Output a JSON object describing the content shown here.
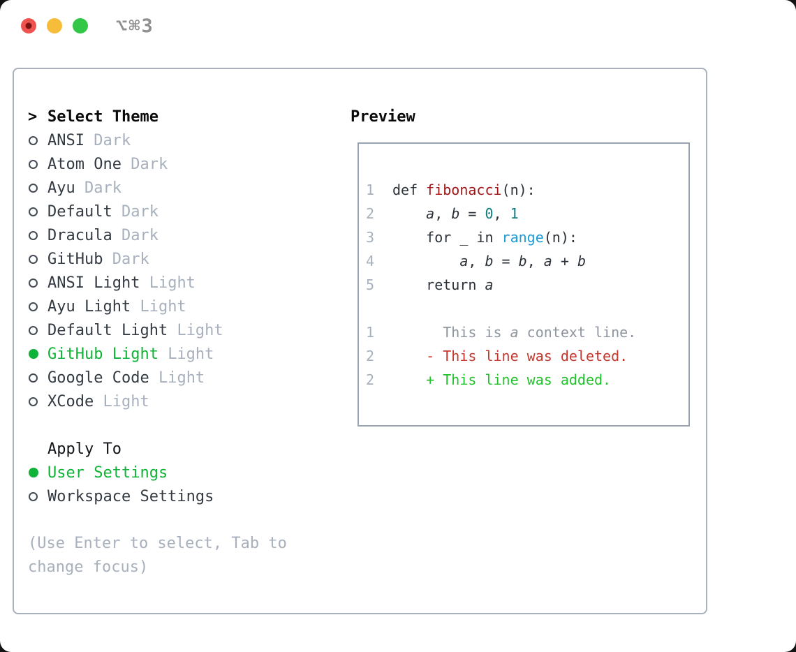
{
  "window": {
    "title": "⌥⌘3",
    "traffic_lights": {
      "close_color": "#ef5350",
      "close_dot_color": "#7c1412",
      "minimize_color": "#f6bd3a",
      "zoom_color": "#33c748"
    }
  },
  "theme_picker": {
    "prompt": ">",
    "header": "Select Theme",
    "items": [
      {
        "name": "ANSI",
        "variant": "Dark",
        "selected": false
      },
      {
        "name": "Atom One",
        "variant": "Dark",
        "selected": false
      },
      {
        "name": "Ayu",
        "variant": "Dark",
        "selected": false
      },
      {
        "name": "Default",
        "variant": "Dark",
        "selected": false
      },
      {
        "name": "Dracula",
        "variant": "Dark",
        "selected": false
      },
      {
        "name": "GitHub",
        "variant": "Dark",
        "selected": false
      },
      {
        "name": "ANSI Light",
        "variant": "Light",
        "selected": false
      },
      {
        "name": "Ayu Light",
        "variant": "Light",
        "selected": false
      },
      {
        "name": "Default Light",
        "variant": "Light",
        "selected": false
      },
      {
        "name": "GitHub Light",
        "variant": "Light",
        "selected": true
      },
      {
        "name": "Google Code",
        "variant": "Light",
        "selected": false
      },
      {
        "name": "XCode",
        "variant": "Light",
        "selected": false
      }
    ]
  },
  "apply_to": {
    "header": "Apply To",
    "options": [
      {
        "label": "User Settings",
        "selected": true
      },
      {
        "label": "Workspace Settings",
        "selected": false
      }
    ]
  },
  "hint": {
    "line1": "(Use Enter to select, Tab to",
    "line2": "change focus)"
  },
  "preview": {
    "header": "Preview",
    "colors": {
      "default": "#2b3138",
      "function": "#a31515",
      "number": "#0d7d7d",
      "builtin": "#1a9bd7",
      "context": "#8e959e",
      "deleted": "#c6362c",
      "added": "#1fc32a",
      "line_number": "#a6b0bd"
    },
    "code_lines": [
      {
        "number": "1",
        "segments": [
          {
            "t": "def ",
            "c": "default"
          },
          {
            "t": "fibonacci",
            "c": "function"
          },
          {
            "t": "(n):",
            "c": "default"
          }
        ]
      },
      {
        "number": "2",
        "segments": [
          {
            "t": "    ",
            "c": "default"
          },
          {
            "t": "a",
            "c": "default",
            "i": true
          },
          {
            "t": ", ",
            "c": "default"
          },
          {
            "t": "b",
            "c": "default",
            "i": true
          },
          {
            "t": " = ",
            "c": "default"
          },
          {
            "t": "0",
            "c": "number"
          },
          {
            "t": ", ",
            "c": "default"
          },
          {
            "t": "1",
            "c": "number"
          }
        ]
      },
      {
        "number": "3",
        "segments": [
          {
            "t": "    for _ in ",
            "c": "default"
          },
          {
            "t": "range",
            "c": "builtin"
          },
          {
            "t": "(n):",
            "c": "default"
          }
        ]
      },
      {
        "number": "4",
        "segments": [
          {
            "t": "        ",
            "c": "default"
          },
          {
            "t": "a",
            "c": "default",
            "i": true
          },
          {
            "t": ", ",
            "c": "default"
          },
          {
            "t": "b",
            "c": "default",
            "i": true
          },
          {
            "t": " = ",
            "c": "default"
          },
          {
            "t": "b",
            "c": "default",
            "i": true
          },
          {
            "t": ", ",
            "c": "default"
          },
          {
            "t": "a",
            "c": "default",
            "i": true
          },
          {
            "t": " + ",
            "c": "default"
          },
          {
            "t": "b",
            "c": "default",
            "i": true
          }
        ]
      },
      {
        "number": "5",
        "segments": [
          {
            "t": "    return ",
            "c": "default"
          },
          {
            "t": "a",
            "c": "default",
            "i": true
          }
        ]
      },
      {
        "number": "",
        "segments": []
      },
      {
        "number": "1",
        "segments": [
          {
            "t": "      This is ",
            "c": "context"
          },
          {
            "t": "a",
            "c": "context",
            "i": true
          },
          {
            "t": " context line.",
            "c": "context"
          }
        ]
      },
      {
        "number": "2",
        "segments": [
          {
            "t": "    - This line was deleted.",
            "c": "deleted"
          }
        ]
      },
      {
        "number": "2",
        "segments": [
          {
            "t": "    + This line was added.",
            "c": "added"
          }
        ]
      }
    ]
  },
  "ui_colors": {
    "selection_green": "#10b237",
    "panel_border": "#a9b1bc",
    "preview_border": "#98a2b0",
    "muted_text": "#a7b0bc",
    "item_text": "#333a42"
  }
}
